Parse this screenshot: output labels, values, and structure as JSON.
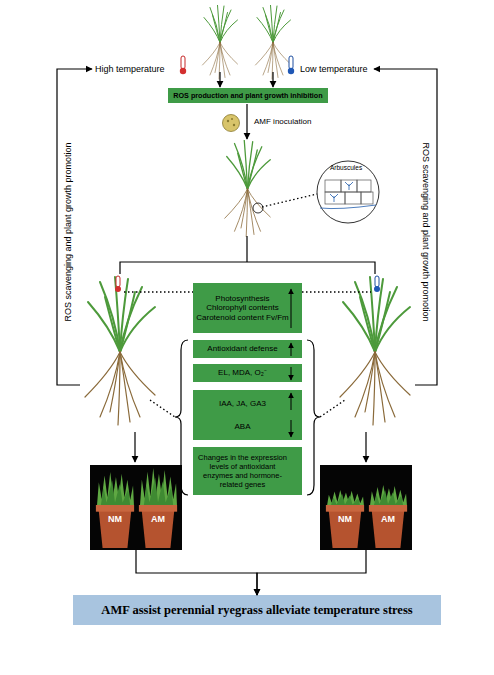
{
  "diagram": {
    "nodes": [
      {
        "text": [
          "ROS production and plant growth inhibition"
        ]
      },
      {
        "text": [
          "Photosynthesis Chlorophyll contents Carotenoid content Fv/Fm"
        ]
      },
      {
        "text": [
          "Antioxidant defense"
        ]
      },
      {
        "text": [
          "EL, MDA, O₂⁻"
        ]
      },
      {
        "text": [
          "IAA, JA, GA3",
          "ABA"
        ]
      },
      {
        "text": [
          "Changes in the expression levels of antioxidant enzymes and hormone-related genes"
        ]
      },
      {
        "text": [
          "NM",
          "AM"
        ]
      },
      {
        "text": [
          "NM",
          "AM"
        ]
      },
      {
        "text": [
          "AMF assist perennial ryegrass alleviate temperature stress"
        ]
      }
    ],
    "edges": [
      {
        "from": 6,
        "to": 8,
        "arrow": "to"
      },
      {
        "from": 7,
        "to": 8,
        "arrow": "to"
      }
    ],
    "labels": [
      "High temperature",
      "Low temperature",
      "AMF inoculation",
      "Arbuscules",
      "ROS scavenging and plant growth promotion",
      "ROS scavenging and plant growth promotion"
    ]
  }
}
